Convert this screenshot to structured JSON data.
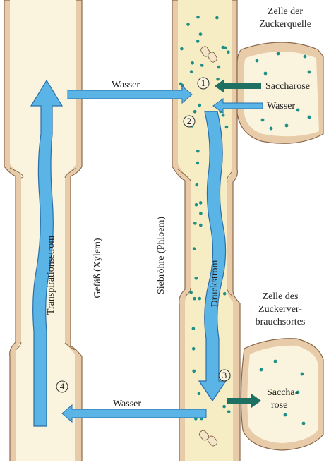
{
  "source_cell": {
    "label_line1": "Zelle der",
    "label_line2": "Zuckerquelle"
  },
  "sink_cell": {
    "label_line1": "Zelle des",
    "label_line2": "Zuckerver-",
    "label_line3": "brauchsortes"
  },
  "labels": {
    "water_top": "Wasser",
    "water_bottom": "Wasser",
    "water_source": "Wasser",
    "sucrose_source": "Saccharose",
    "sucrose_sink_line1": "Saccha-",
    "sucrose_sink_line2": "rose",
    "transpiration_stream": "Transpirationsstrom",
    "pressure_flow": "Druckstrom",
    "xylem": "Gefäß (Xylem)",
    "phloem": "Siebröhre (Phloem)"
  },
  "markers": {
    "m1": "1",
    "m2": "2",
    "m3": "3",
    "m4": "4"
  },
  "colors": {
    "wall": "#e8cba8",
    "wall_stroke": "#8a6a4c",
    "lumen": "#faf3dd",
    "phloem_lumen": "#f6edc4",
    "dot": "#1e8f86",
    "blue_arrow": "#5bb4e6",
    "blue_arrow_stroke": "#2a6fa8",
    "green_arrow": "#1e7063"
  }
}
